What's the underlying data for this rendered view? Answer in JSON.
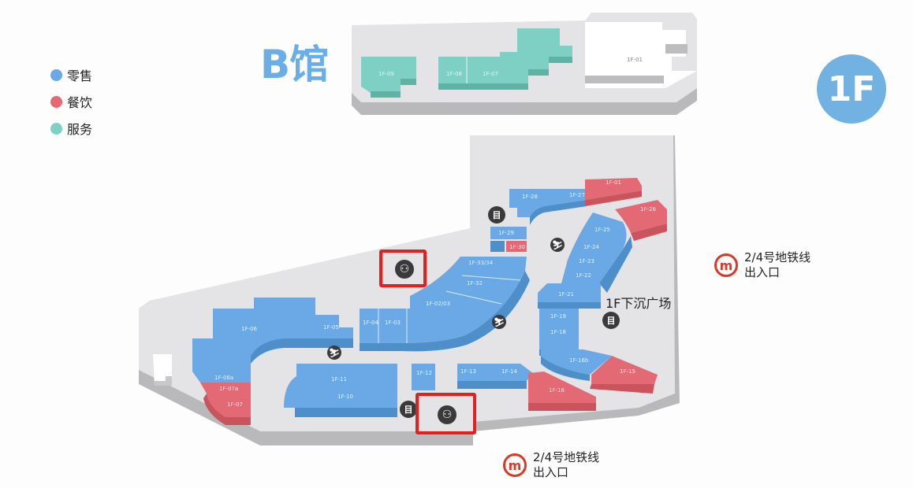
{
  "legend": {
    "items": [
      {
        "label": "零售",
        "color": "#6aa8e6"
      },
      {
        "label": "餐饮",
        "color": "#e36a74"
      },
      {
        "label": "服务",
        "color": "#7fd0c4"
      }
    ]
  },
  "hall": {
    "title": "B馆"
  },
  "floor_badge": {
    "label": "1F",
    "color": "#72b2e3"
  },
  "plaza": {
    "label": "1F下沉广场"
  },
  "metro_exits": [
    {
      "line": "2/4号地铁线",
      "sub": "出入口",
      "logo": "metro-logo"
    },
    {
      "line": "2/4号地铁线",
      "sub": "出入口",
      "logo": "metro-logo"
    }
  ],
  "highlighted_icons": [
    {
      "icon": "restroom-icon",
      "glyph": "⚇"
    },
    {
      "icon": "restroom-icon",
      "glyph": "⚇"
    }
  ],
  "icons": {
    "elevator_glyph": "目",
    "escalator_glyph": "⛷"
  },
  "colors": {
    "retail": "#6aa8e6",
    "retail_side": "#4f8fc9",
    "dining": "#e36a74",
    "dining_side": "#c9545d",
    "service": "#7fd0c4",
    "service_side": "#5fb3a6",
    "floor": "#e4e4e6",
    "floor_side": "#b9b9bb",
    "highlight": "#e4201e"
  }
}
